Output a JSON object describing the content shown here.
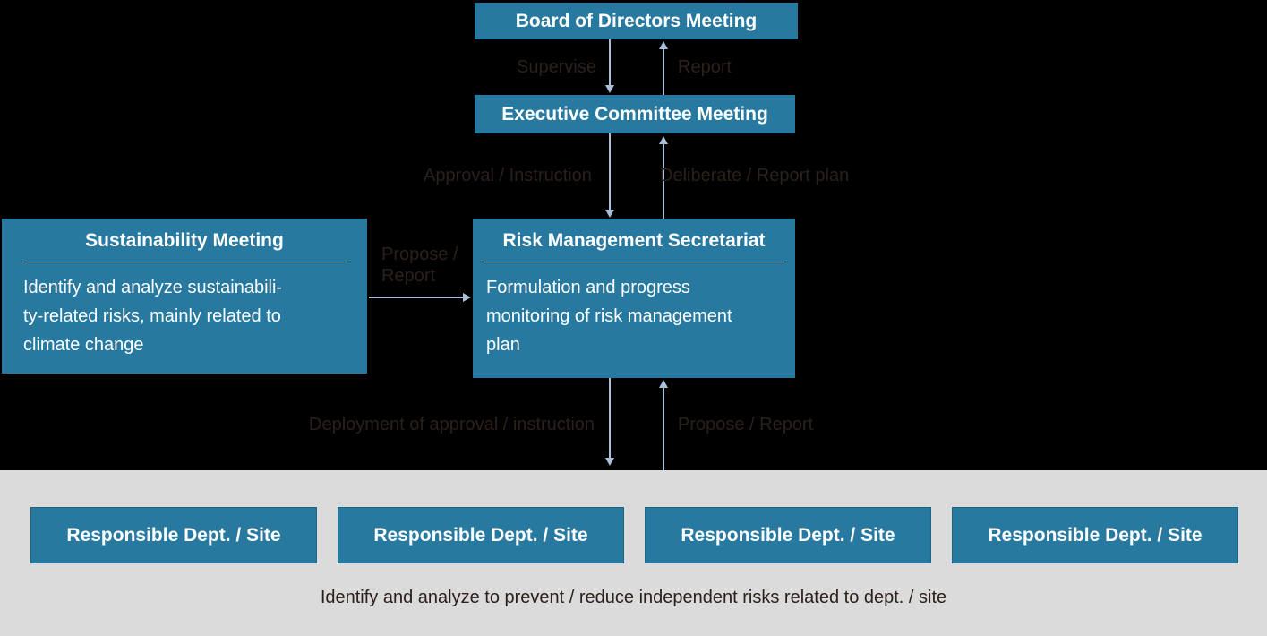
{
  "colors": {
    "background": "#000000",
    "box_blue": "#27799f",
    "footer_bg": "#dbdbdb",
    "arrow": "#a9c0d8",
    "text_dark": "#2b201b",
    "box_text": "#ffffff"
  },
  "boxes": {
    "board": {
      "title": "Board of Directors Meeting"
    },
    "executive": {
      "title": "Executive Committee Meeting"
    },
    "sustainability": {
      "title": "Sustainability Meeting",
      "body": "Identify and analyze sustainabili-\nty-related risks, mainly related to\nclimate change"
    },
    "secretariat": {
      "title": "Risk Management Secretariat",
      "body": "Formulation and progress\nmonitoring of risk management\nplan"
    }
  },
  "arrow_labels": {
    "supervise": "Supervise",
    "report_top": "Report",
    "approval": "Approval / Instruction",
    "deliberate": "Deliberate / Report plan",
    "propose_left": "Propose /\nReport",
    "deployment": "Deployment of approval / instruction",
    "propose_bottom": "Propose / Report"
  },
  "footer": {
    "dept_boxes": [
      {
        "label": "Responsible Dept. / Site"
      },
      {
        "label": "Responsible Dept. / Site"
      },
      {
        "label": "Responsible Dept. / Site"
      },
      {
        "label": "Responsible Dept. / Site"
      }
    ],
    "caption": "Identify and analyze to prevent / reduce independent risks related to dept. / site"
  }
}
